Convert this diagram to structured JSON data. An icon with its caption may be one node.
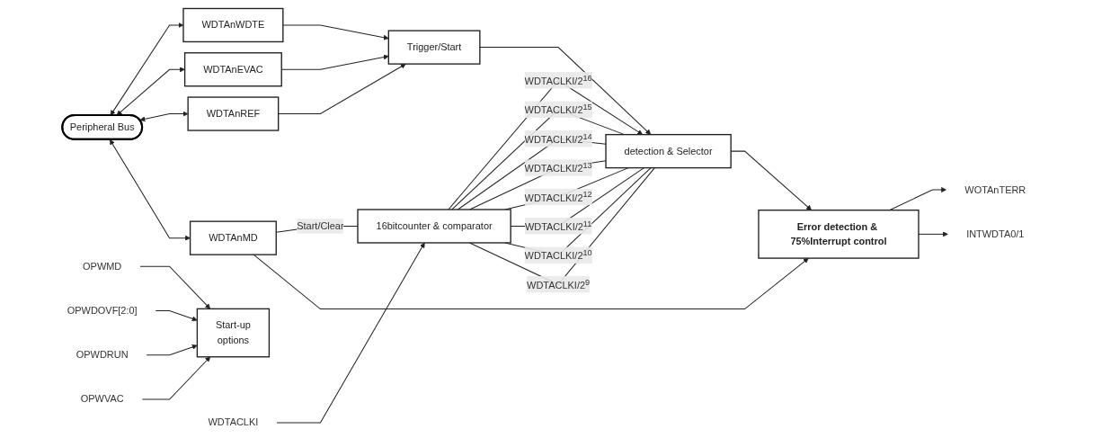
{
  "diagram": {
    "nodes": [
      {
        "text": [
          "Peripheral Bus"
        ]
      },
      {
        "text": [
          "WDTAnWDTE"
        ]
      },
      {
        "text": [
          "WDTAnEVAC"
        ]
      },
      {
        "text": [
          "WDTAnREF"
        ]
      },
      {
        "text": [
          "WDTAnMD"
        ]
      },
      {
        "text": [
          "Start-up",
          "options"
        ]
      },
      {
        "text": [
          "OPWMD"
        ]
      },
      {
        "text": [
          "OPWDOVF[2:0]"
        ]
      },
      {
        "text": [
          "OPWDRUN"
        ]
      },
      {
        "text": [
          "OPWVAC"
        ]
      },
      {
        "text": [
          "Trigger/Start"
        ]
      },
      {
        "text": [
          "WDTACLKI"
        ]
      },
      {
        "text": [
          "16bitcounter & comparator"
        ]
      },
      {
        "text": [
          "detection & Selector"
        ]
      },
      {
        "text": [
          "Error detection & 75%Interrupt control"
        ]
      },
      {
        "text": [
          "WOTAnTERR"
        ]
      },
      {
        "text": [
          "INTWDTA0/1"
        ]
      }
    ],
    "edges": [
      {
        "from": 6,
        "to": 5,
        "arrow": "to"
      },
      {
        "from": 7,
        "to": 5,
        "arrow": "to"
      },
      {
        "from": 8,
        "to": 5,
        "arrow": "to"
      },
      {
        "from": 9,
        "to": 5,
        "arrow": "to"
      },
      {
        "from": 0,
        "to": 1,
        "arrow": "both"
      },
      {
        "from": 0,
        "to": 2,
        "arrow": "both"
      },
      {
        "from": 0,
        "to": 3,
        "arrow": "both"
      },
      {
        "from": 0,
        "to": 4,
        "arrow": "both"
      },
      {
        "from": 1,
        "to": 10,
        "arrow": "to"
      },
      {
        "from": 2,
        "to": 10,
        "arrow": "to"
      },
      {
        "from": 3,
        "to": 10,
        "arrow": "to"
      },
      {
        "from": 10,
        "to": 13,
        "arrow": "to"
      },
      {
        "from": 4,
        "to": 12,
        "label": "Start/Clear",
        "arrow": "none"
      },
      {
        "from": 4,
        "to": 14,
        "arrow": "to"
      },
      {
        "from": 11,
        "to": 12,
        "arrow": "to"
      },
      {
        "from": 12,
        "to": 13,
        "label": "WDTACLKI/2$^{16}$",
        "arrow": "to"
      },
      {
        "from": 12,
        "to": 13,
        "label": "WDTACLKI/2$^{15}$",
        "arrow": "none"
      },
      {
        "from": 12,
        "to": 13,
        "label": "WDTACLKI/2$^{14}$",
        "arrow": "none"
      },
      {
        "from": 12,
        "to": 13,
        "label": "WDTACLKI/2$^{13}$",
        "arrow": "none"
      },
      {
        "from": 12,
        "to": 13,
        "label": "WDTACLKI/2$^{12}$",
        "arrow": "none"
      },
      {
        "from": 12,
        "to": 13,
        "label": "WDTACLKI/2$^{11}$",
        "arrow": "none"
      },
      {
        "from": 12,
        "to": 13,
        "label": "WDTACLKI/2$^{10}$",
        "arrow": "none"
      },
      {
        "from": 12,
        "to": 13,
        "label": "WDTACLKI/2$^{9}$",
        "arrow": "none"
      },
      {
        "from": 13,
        "to": 14,
        "arrow": "to"
      },
      {
        "from": 14,
        "to": 15,
        "arrow": "to"
      },
      {
        "from": 14,
        "to": 16,
        "arrow": "to"
      }
    ]
  }
}
